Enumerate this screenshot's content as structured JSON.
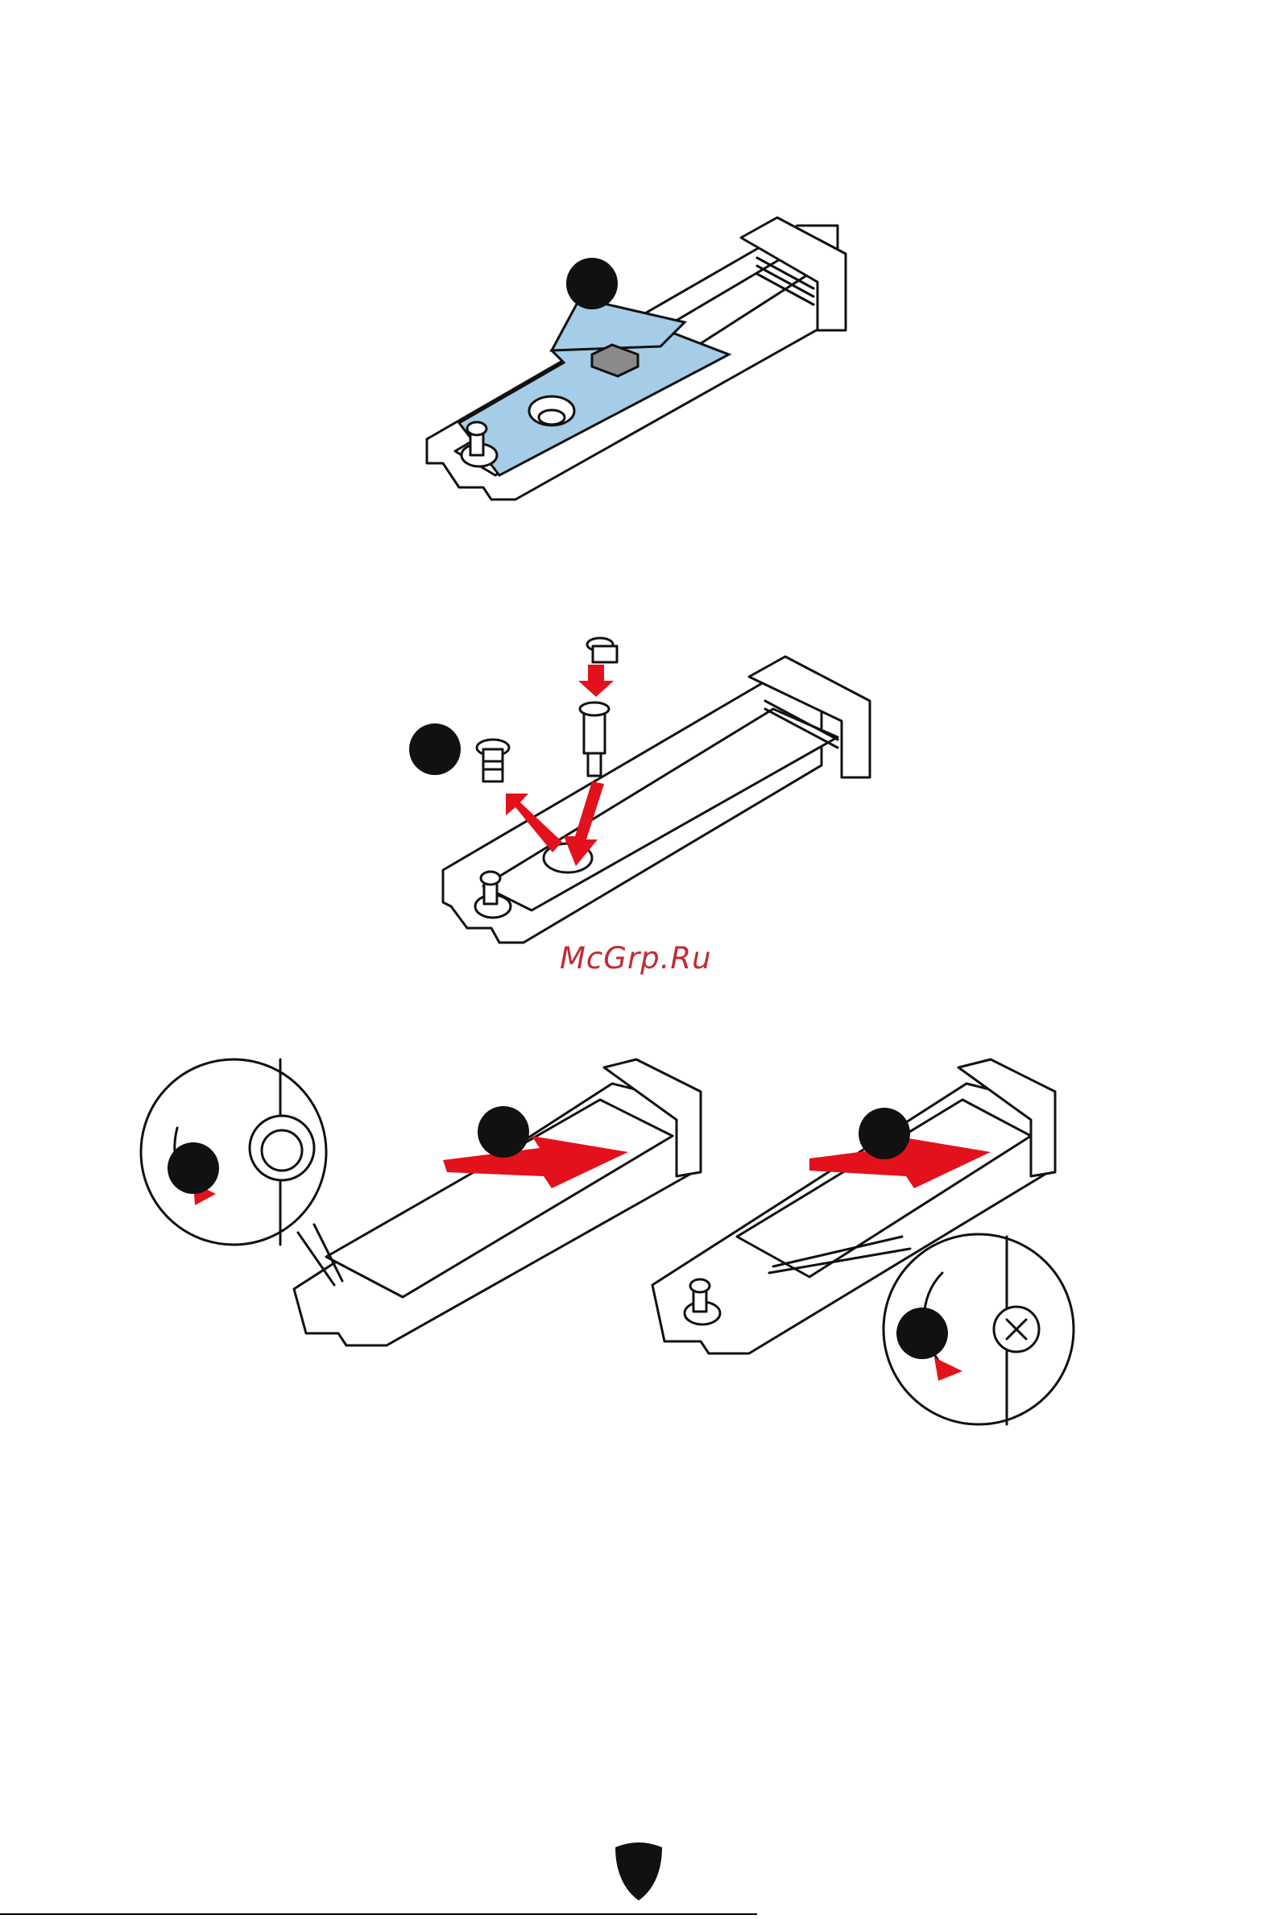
{
  "watermark": {
    "text": "McGrp.Ru"
  },
  "colors": {
    "arrow_red": "#e3111b",
    "thermal_pad_blue": "#a5cde8",
    "step_badge": "#111111",
    "line": "#111111"
  },
  "icons": [
    "step-badge",
    "red-arrow",
    "screw-icon",
    "standoff-icon",
    "shield-logo-icon"
  ]
}
